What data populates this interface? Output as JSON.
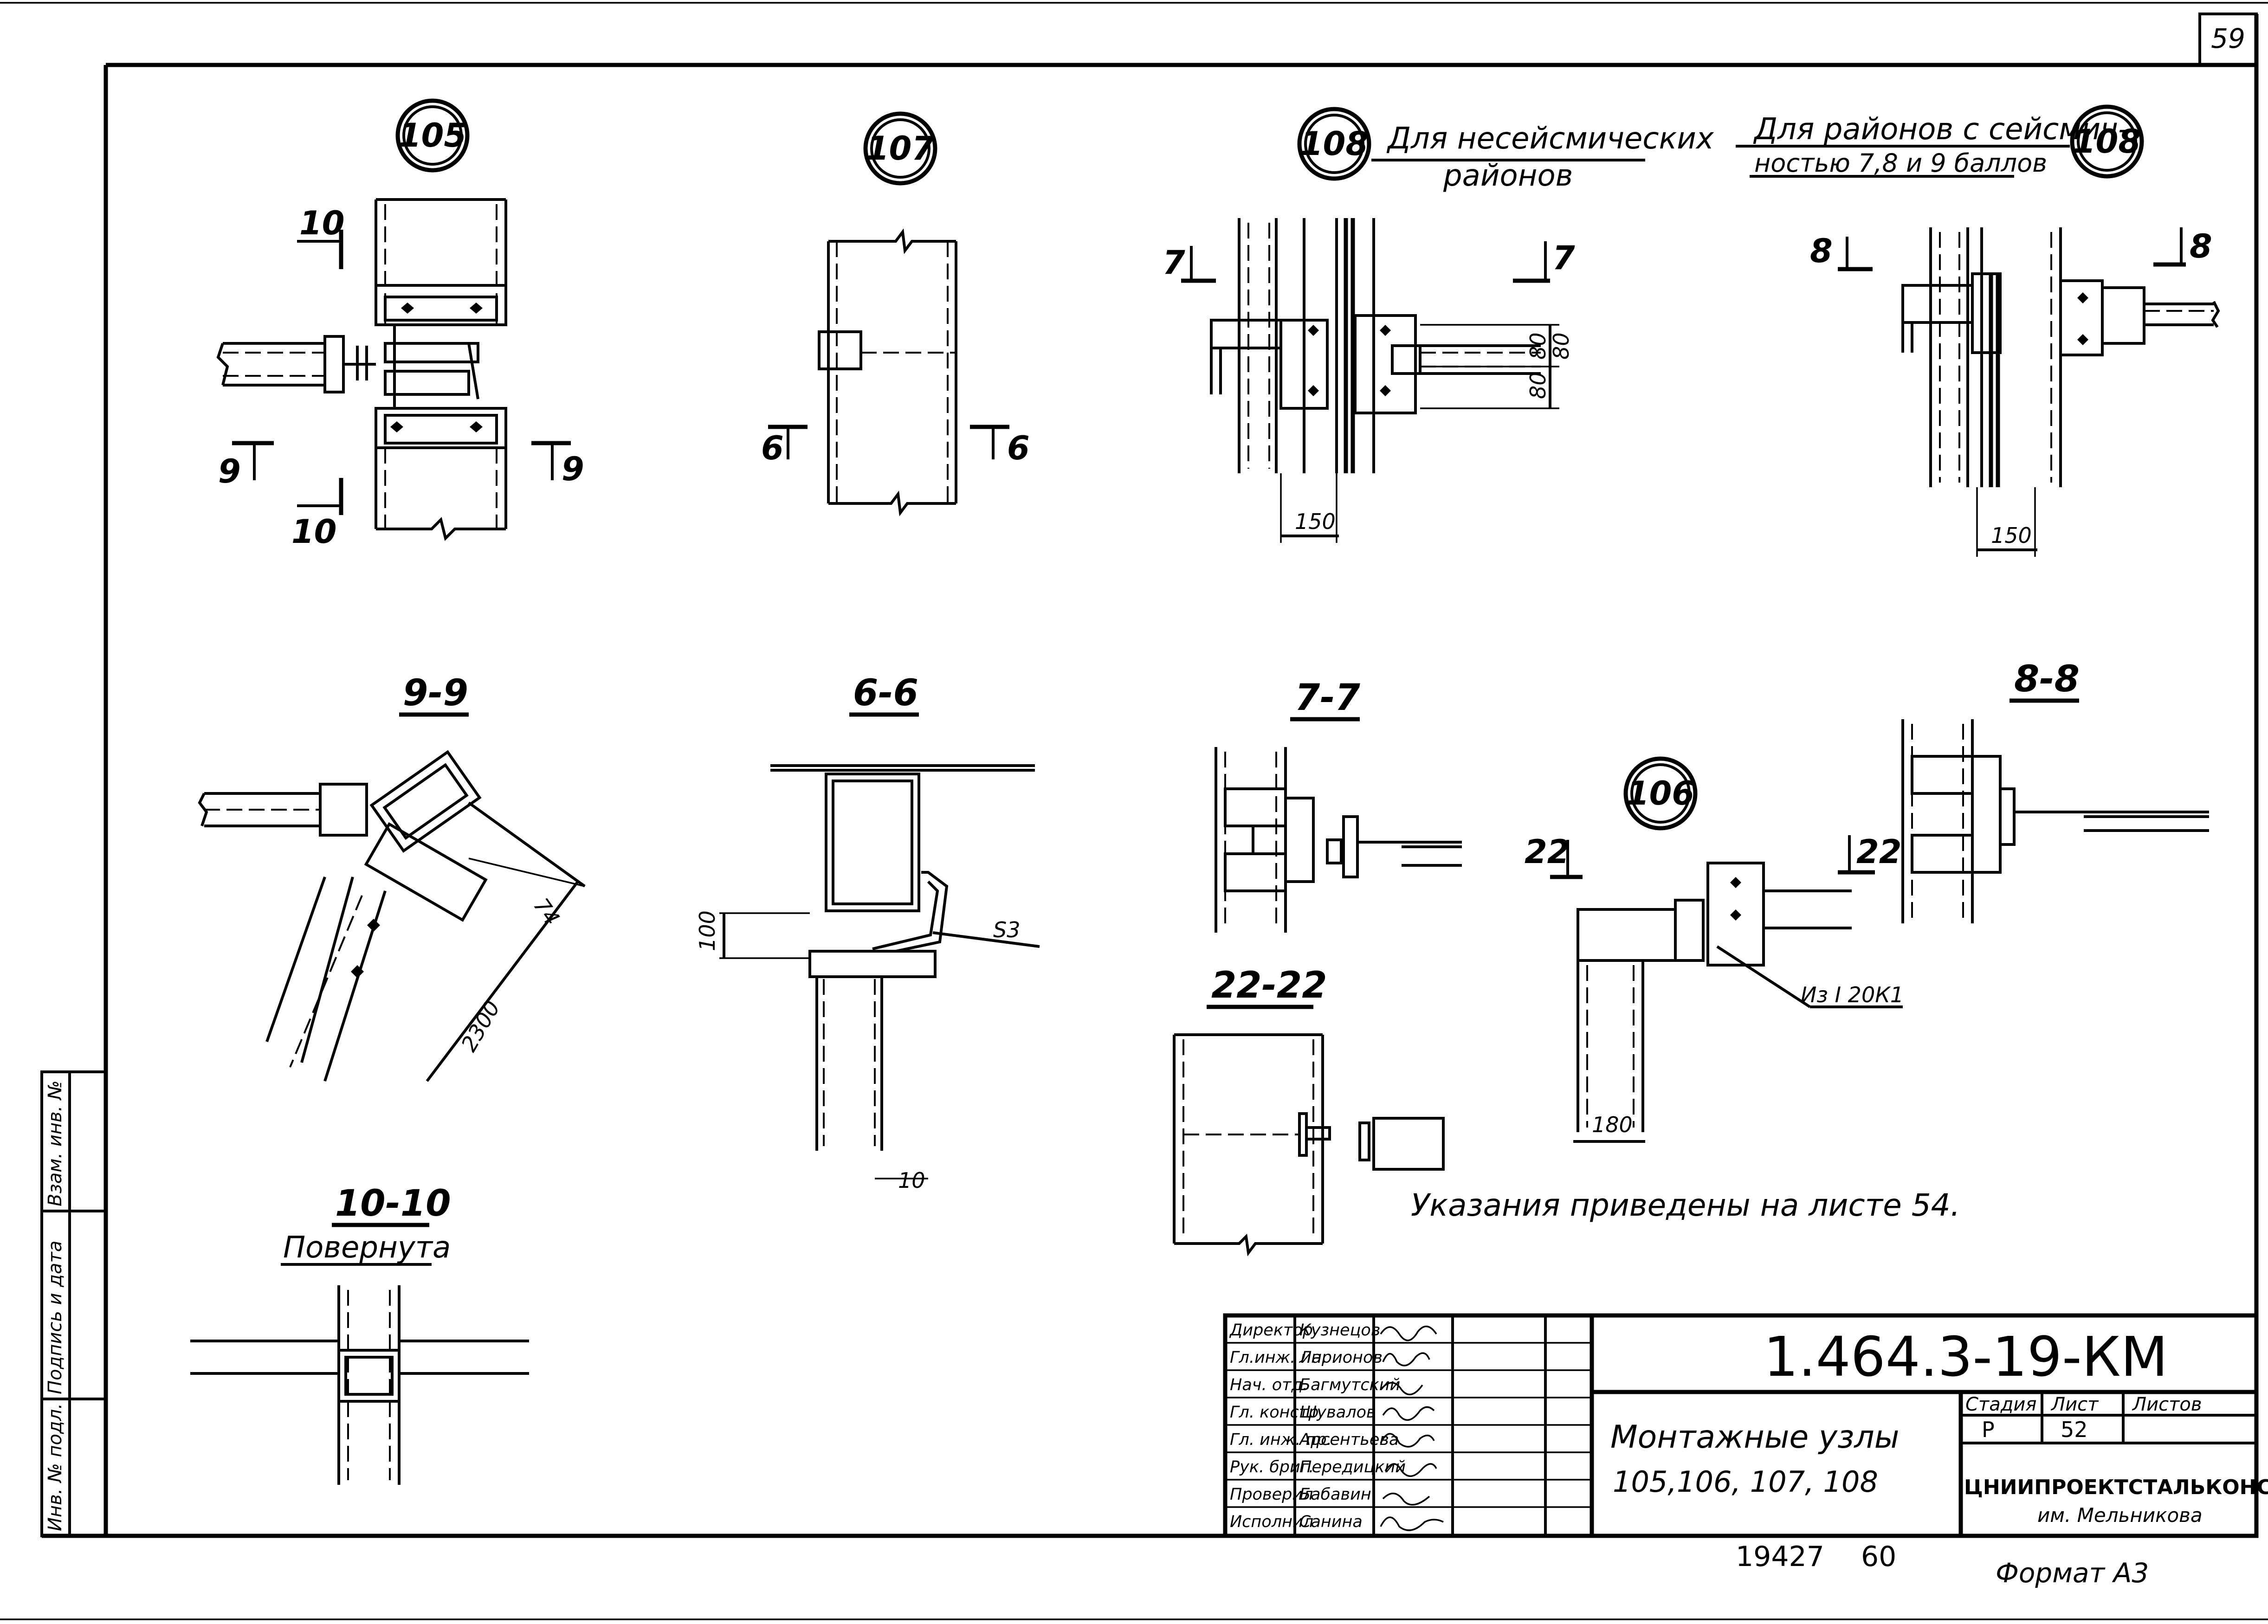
{
  "sheet_number": "59",
  "nodes": {
    "n105": "105",
    "n107": "107",
    "n108_left": "108",
    "n108_right": "108",
    "n106": "106"
  },
  "headings": {
    "nonseismic_line1": "Для несейсмических",
    "nonseismic_line2": "районов",
    "seismic_line1": "Для районов с сейсмич-",
    "seismic_line2": "ностью 7,8 и 9 баллов"
  },
  "sections": {
    "s9_9": "9-9",
    "s6_6": "6-6",
    "s7_7": "7-7",
    "s8_8": "8-8",
    "s22_22": "22-22",
    "s10_10": "10-10",
    "rotated": "Повернута"
  },
  "cut_marks": {
    "c10": "10",
    "c9": "9",
    "c6": "6",
    "c7": "7",
    "c8": "8",
    "c22": "22"
  },
  "dimensions": {
    "d150a": "150",
    "d150b": "150",
    "d80a": "80",
    "d80b": "80",
    "d80c": "80",
    "d74": "74",
    "d2300": "2300",
    "d100": "100",
    "s3": "S3",
    "d10": "10",
    "d180": "180",
    "from_profile": "Из I 20К1"
  },
  "note": "Указания приведены на листе 54.",
  "side_stamp": {
    "col1": "Взам. инв. №",
    "col2": "Подпись и дата",
    "col3": "Инв. № подл."
  },
  "title_block": {
    "roles": [
      "Директор",
      "Гл.инж. ин.",
      "Нач. отд.",
      "Гл. констр.",
      "Гл. инж. пр.",
      "Рук. бриг.",
      "Проверил",
      "Исполнил"
    ],
    "names": [
      "Кузнецов",
      "Ларионов",
      "Багмутский",
      "Шувалов",
      "Арсентьева",
      "Передицкий",
      "Бабавин",
      "Санина"
    ],
    "code": "1.464.3-19-КМ",
    "title_line1": "Монтажные узлы",
    "title_line2": "105,106, 107, 108",
    "stage_label": "Стадия",
    "sheet_label": "Лист",
    "sheets_label": "Листов",
    "stage_value": "Р",
    "sheet_value": "52",
    "org_line1": "ЦНИИПРОЕКТСТАЛЬКОНСТРУКЦИЯ",
    "org_line2": "им. Мельникова"
  },
  "footer": {
    "inv_number": "19427",
    "page": "60",
    "format": "Формат А3"
  }
}
